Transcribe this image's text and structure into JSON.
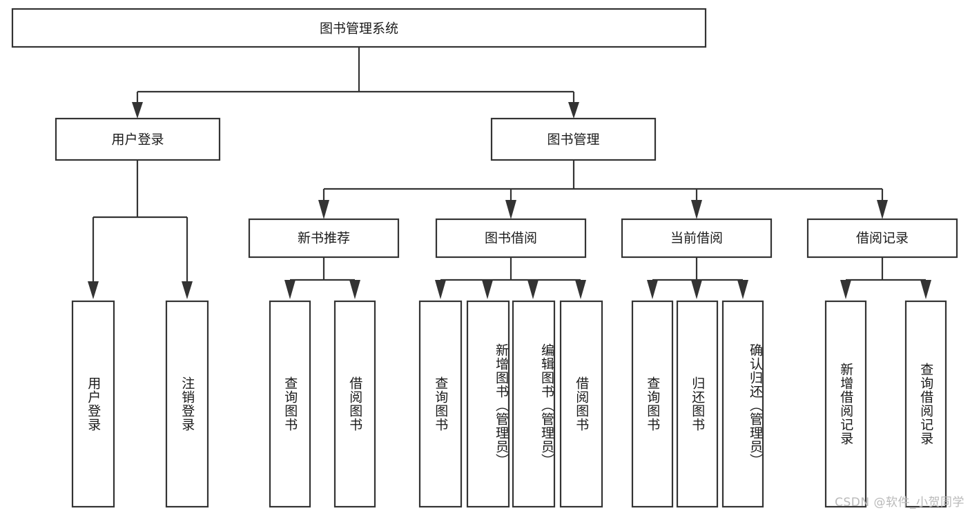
{
  "diagram": {
    "title": "图书管理系统",
    "type": "hierarchy-tree",
    "background_color": "#ffffff",
    "line_color": "#333333",
    "box_fill": "#ffffff",
    "text_color": "#1a1a1a"
  },
  "root": {
    "label": "图书管理系统"
  },
  "level2": [
    {
      "label": "用户登录"
    },
    {
      "label": "图书管理"
    }
  ],
  "level3": [
    {
      "label": "新书推荐"
    },
    {
      "label": "图书借阅"
    },
    {
      "label": "当前借阅"
    },
    {
      "label": "借阅记录"
    }
  ],
  "leaves": {
    "user_login": [
      {
        "label": "用户登录"
      },
      {
        "label": "注销登录"
      }
    ],
    "new_book_recommend": [
      {
        "label": "查询图书"
      },
      {
        "label": "借阅图书"
      }
    ],
    "book_borrow": [
      {
        "label": "查询图书"
      },
      {
        "label": "新增图书（管理员）"
      },
      {
        "label": "编辑图书（管理员）"
      },
      {
        "label": "借阅图书"
      }
    ],
    "current_borrow": [
      {
        "label": "查询图书"
      },
      {
        "label": "归还图书"
      },
      {
        "label": "确认归还（管理员）"
      }
    ],
    "borrow_record": [
      {
        "label": "新增借阅记录"
      },
      {
        "label": "查询借阅记录"
      }
    ]
  },
  "watermark": {
    "text": "CSDN @软件_小贺同学"
  }
}
